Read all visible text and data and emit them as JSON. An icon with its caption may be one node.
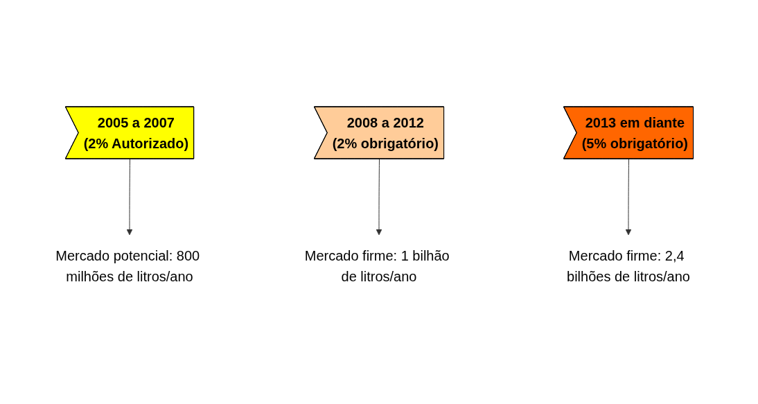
{
  "diagram": {
    "nodes": [
      {
        "text": [
          "2005 a 2007",
          "(2% Autorizado)"
        ]
      },
      {
        "text": [
          "2008 a 2012",
          "(2% obrigatório)"
        ]
      },
      {
        "text": [
          "2013 em diante",
          "(5% obrigatório)"
        ]
      },
      {
        "text": [
          "Mercado potencial: 800 milhões de litros/ano"
        ]
      },
      {
        "text": [
          "Mercado firme: 1 bilhão de litros/ano"
        ]
      },
      {
        "text": [
          "Mercado firme: 2,4 bilhões de litros/ano"
        ]
      }
    ],
    "edges": [
      {
        "from": 0,
        "to": 3,
        "arrow": "to"
      },
      {
        "from": 1,
        "to": 4,
        "arrow": "to"
      },
      {
        "from": 2,
        "to": 5,
        "arrow": "to"
      }
    ]
  }
}
